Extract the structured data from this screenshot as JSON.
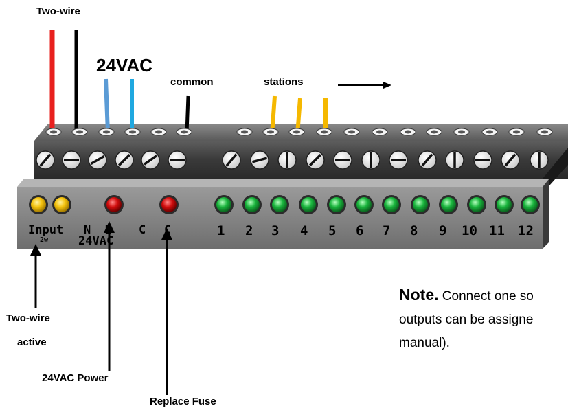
{
  "top_labels": {
    "two_wire": "Two-wire",
    "vac24": "24VAC",
    "common": "common",
    "stations": "stations"
  },
  "panel_labels": {
    "input": "Input",
    "input_sub": "2w",
    "n": "N",
    "l": "L",
    "c1": "C",
    "c2": "C",
    "vac": "24VAC"
  },
  "station_numbers": [
    "1",
    "2",
    "3",
    "4",
    "5",
    "6",
    "7",
    "8",
    "9",
    "10",
    "11",
    "12"
  ],
  "bottom_labels": {
    "two_wire_active_1": "Two-wire",
    "two_wire_active_2": "active",
    "power": "24VAC Power",
    "fuse": "Replace Fuse"
  },
  "note": {
    "title": "Note.",
    "line1": "Connect one so",
    "line2": "outputs can be assigne",
    "line3": "manual)."
  },
  "colors": {
    "red_wire": "#e8201e",
    "black_wire": "#000000",
    "blue_wire_1": "#5b9bd5",
    "blue_wire_2": "#1fa8e0",
    "orange_wire": "#f5b800",
    "led_yellow": "#f4c20d",
    "led_red": "#d10d0d",
    "led_green": "#19b43c",
    "terminal_body": "#4a4a4a",
    "panel_body": "#7d7d7d"
  },
  "icons": [
    "screw-icon",
    "led-indicator",
    "arrow-right-icon",
    "arrow-up-icon"
  ]
}
